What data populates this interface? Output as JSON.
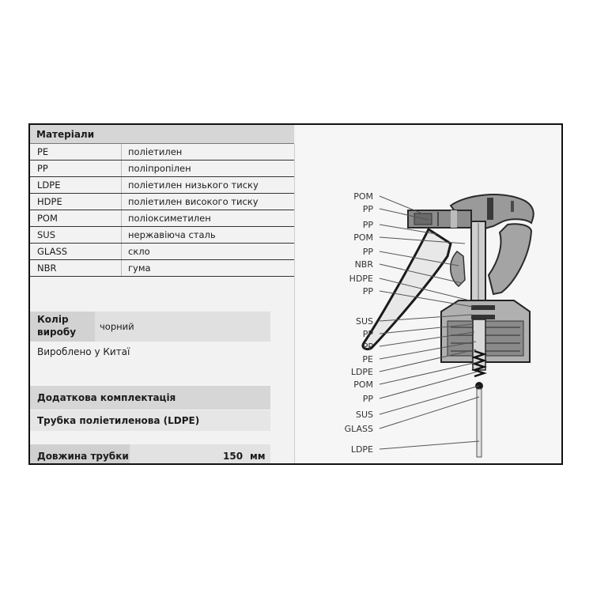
{
  "materials": {
    "header": "Матеріали",
    "rows": [
      {
        "code": "PE",
        "name": "поліетилен"
      },
      {
        "code": "PP",
        "name": "поліпропілен"
      },
      {
        "code": "LDPE",
        "name": "поліетилен низького тиску"
      },
      {
        "code": "HDPE",
        "name": "поліетилен високого тиску"
      },
      {
        "code": "POM",
        "name": "поліоксиметилен"
      },
      {
        "code": "SUS",
        "name": "нержавіюча сталь"
      },
      {
        "code": "GLASS",
        "name": "скло"
      },
      {
        "code": "NBR",
        "name": "гума"
      }
    ]
  },
  "color": {
    "label_line1": "Колір",
    "label_line2": "виробу",
    "value": "чорний"
  },
  "made_in": "Вироблено у Китаї",
  "extra": {
    "header": "Додаткова комплектація",
    "tube": "Трубка поліетиленова (LDPE)"
  },
  "tube_length": {
    "label": "Довжина трубки",
    "value": "150",
    "unit": "мм"
  },
  "diagram": {
    "labels": [
      "POM",
      "PP",
      "PP",
      "POM",
      "PP",
      "NBR",
      "HDPE",
      "PP",
      "SUS",
      "PP",
      "PP",
      "PE",
      "LDPE",
      "POM",
      "PP",
      "SUS",
      "GLASS",
      "LDPE"
    ]
  }
}
